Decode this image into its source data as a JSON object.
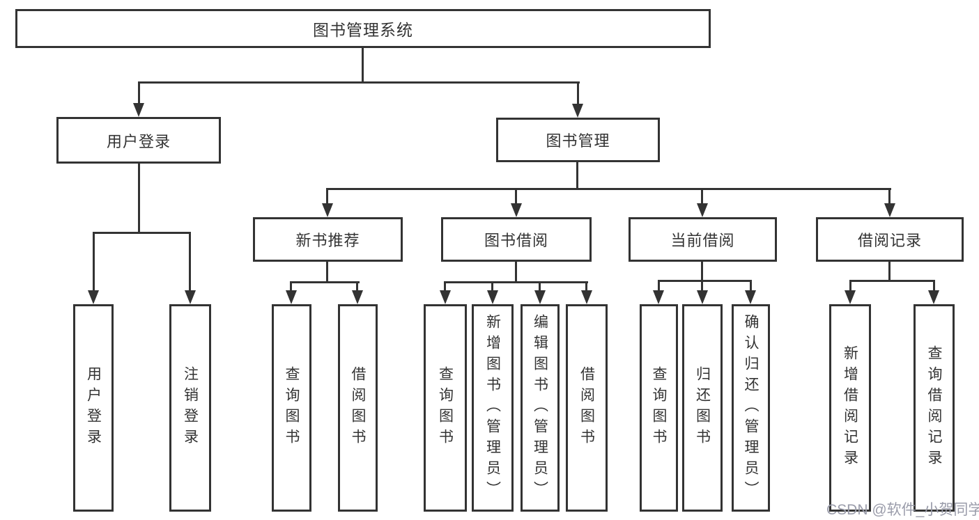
{
  "diagram": {
    "title": "图书管理系统",
    "modules": [
      {
        "label": "用户登录",
        "children": [
          {
            "label": "用户登录"
          },
          {
            "label": "注销登录"
          }
        ]
      },
      {
        "label": "图书管理",
        "children": [
          {
            "label": "新书推荐",
            "children": [
              {
                "label": "查询图书"
              },
              {
                "label": "借阅图书"
              }
            ]
          },
          {
            "label": "图书借阅",
            "children": [
              {
                "label": "查询图书"
              },
              {
                "label": "新增图书（管理员）"
              },
              {
                "label": "编辑图书（管理员）"
              },
              {
                "label": "借阅图书"
              }
            ]
          },
          {
            "label": "当前借阅",
            "children": [
              {
                "label": "查询图书"
              },
              {
                "label": "归还图书"
              },
              {
                "label": "确认归还（管理员）"
              }
            ]
          },
          {
            "label": "借阅记录",
            "children": [
              {
                "label": "新增借阅记录"
              },
              {
                "label": "查询借阅记录"
              }
            ]
          }
        ]
      }
    ]
  },
  "watermark": {
    "text": "CSDN @软件_小贺同学"
  },
  "colors": {
    "line": "#333333",
    "text": "#333333",
    "watermark": "#9a9caa",
    "background": "#ffffff"
  }
}
